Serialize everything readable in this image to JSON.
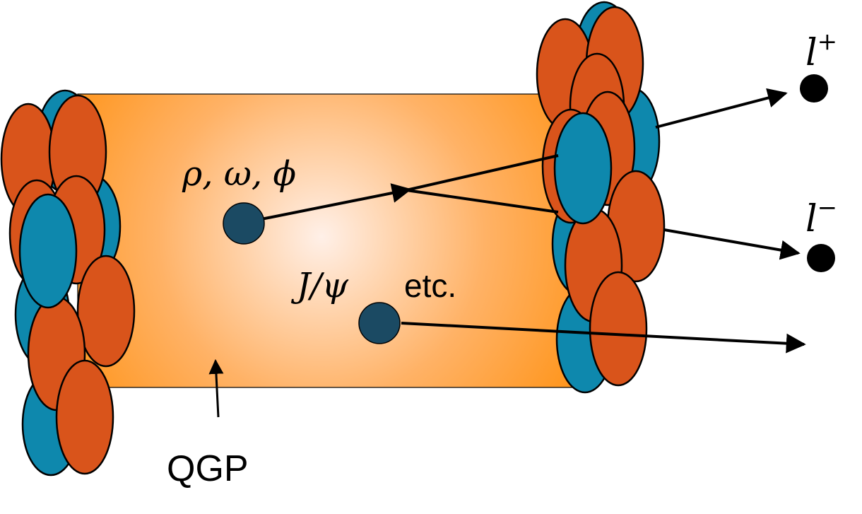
{
  "labels": {
    "mesons": "ρ, ω, ϕ",
    "jpsi": "J/ψ",
    "etc": "etc.",
    "qgp": "QGP",
    "lepton_plus_base": "l",
    "lepton_plus_sup": "+",
    "lepton_minus_base": "l",
    "lepton_minus_sup": "−"
  },
  "colors": {
    "nucleon_orange": "#d9541b",
    "nucleon_blue": "#0e88ad",
    "qgp_outer": "#ff9419",
    "qgp_inner": "#fff0e8",
    "particle": "#1b4a63",
    "lepton": "#000000",
    "line": "#000000",
    "background": "#ffffff"
  }
}
